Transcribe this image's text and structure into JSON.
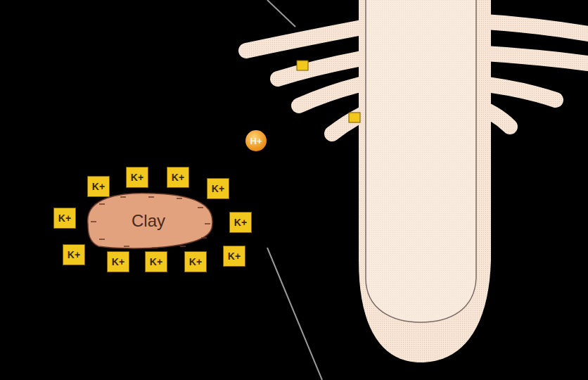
{
  "diagram": {
    "nodes": [
      {
        "text": [
          "H+"
        ]
      },
      {
        "text": [
          "K+"
        ]
      },
      {
        "text": [
          "K+"
        ]
      },
      {
        "text": [
          "K+"
        ]
      },
      {
        "text": [
          "K+"
        ]
      },
      {
        "text": [
          "K+"
        ]
      },
      {
        "text": [
          "Clay"
        ]
      },
      {
        "text": [
          "K+"
        ]
      },
      {
        "text": [
          "K+"
        ]
      },
      {
        "text": [
          "K+"
        ]
      },
      {
        "text": [
          "K+"
        ]
      },
      {
        "text": [
          "K+"
        ]
      },
      {
        "text": [
          "K+"
        ]
      }
    ]
  }
}
